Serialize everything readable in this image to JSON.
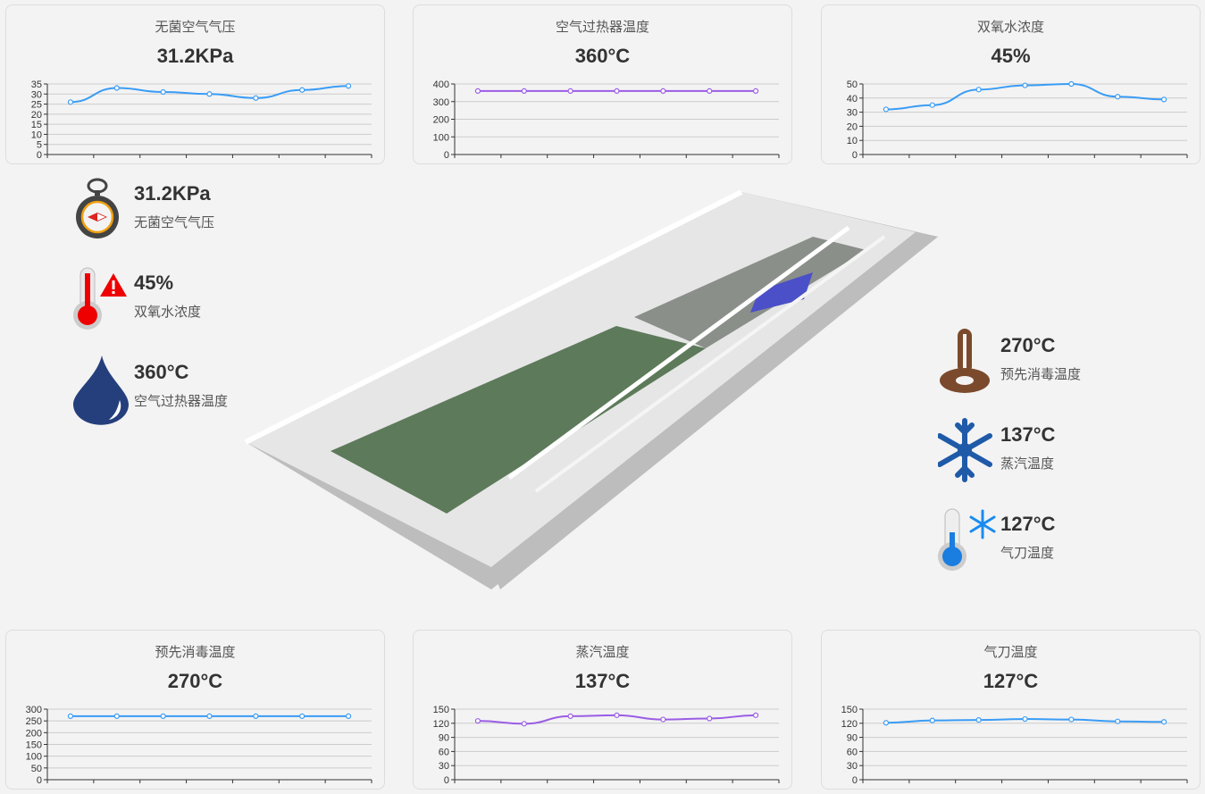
{
  "cards": [
    {
      "title": "无菌空气气压",
      "value": "31.2KPa"
    },
    {
      "title": "空气过热器温度",
      "value": "360°C"
    },
    {
      "title": "双氧水浓度",
      "value": "45%"
    },
    {
      "title": "预先消毒温度",
      "value": "270°C"
    },
    {
      "title": "蒸汽温度",
      "value": "137°C"
    },
    {
      "title": "气刀温度",
      "value": "127°C"
    }
  ],
  "stats_left": [
    {
      "value": "31.2KPa",
      "label": "无菌空气气压",
      "icon": "stopwatch-icon"
    },
    {
      "value": "45%",
      "label": "双氧水浓度",
      "icon": "thermometer-warning-icon"
    },
    {
      "value": "360°C",
      "label": "空气过热器温度",
      "icon": "water-drop-icon"
    }
  ],
  "stats_right": [
    {
      "value": "270°C",
      "label": "预先消毒温度",
      "icon": "thermometer-brown-icon"
    },
    {
      "value": "137°C",
      "label": "蒸汽温度",
      "icon": "snowflake-icon"
    },
    {
      "value": "127°C",
      "label": "气刀温度",
      "icon": "thermometer-cold-icon"
    }
  ],
  "chart_data": [
    {
      "type": "line",
      "title": "无菌空气气压",
      "values": [
        26,
        33,
        31,
        30,
        28,
        32,
        34
      ],
      "ylim": [
        0,
        35
      ],
      "ticks": [
        0,
        5,
        10,
        15,
        20,
        25,
        30,
        35
      ],
      "color": "#3a9cf5"
    },
    {
      "type": "line",
      "title": "空气过热器温度",
      "values": [
        360,
        360,
        360,
        360,
        360,
        360,
        360
      ],
      "ylim": [
        0,
        400
      ],
      "ticks": [
        0,
        100,
        200,
        300,
        400
      ],
      "color": "#9b5de5"
    },
    {
      "type": "line",
      "title": "双氧水浓度",
      "values": [
        32,
        35,
        46,
        49,
        50,
        41,
        39
      ],
      "ylim": [
        0,
        50
      ],
      "ticks": [
        0,
        10,
        20,
        30,
        40,
        50
      ],
      "color": "#3a9cf5"
    },
    {
      "type": "line",
      "title": "预先消毒温度",
      "values": [
        270,
        270,
        270,
        270,
        270,
        270,
        270
      ],
      "ylim": [
        0,
        300
      ],
      "ticks": [
        0,
        50,
        100,
        150,
        200,
        250,
        300
      ],
      "color": "#3a9cf5"
    },
    {
      "type": "line",
      "title": "蒸汽温度",
      "values": [
        125,
        119,
        135,
        137,
        128,
        130,
        137
      ],
      "ylim": [
        0,
        150
      ],
      "ticks": [
        0,
        30,
        60,
        90,
        120,
        150
      ],
      "color": "#9b5de5"
    },
    {
      "type": "line",
      "title": "气刀温度",
      "values": [
        121,
        126,
        127,
        129,
        128,
        124,
        123
      ],
      "ylim": [
        0,
        150
      ],
      "ticks": [
        0,
        30,
        60,
        90,
        120,
        150
      ],
      "color": "#3a9cf5"
    }
  ]
}
